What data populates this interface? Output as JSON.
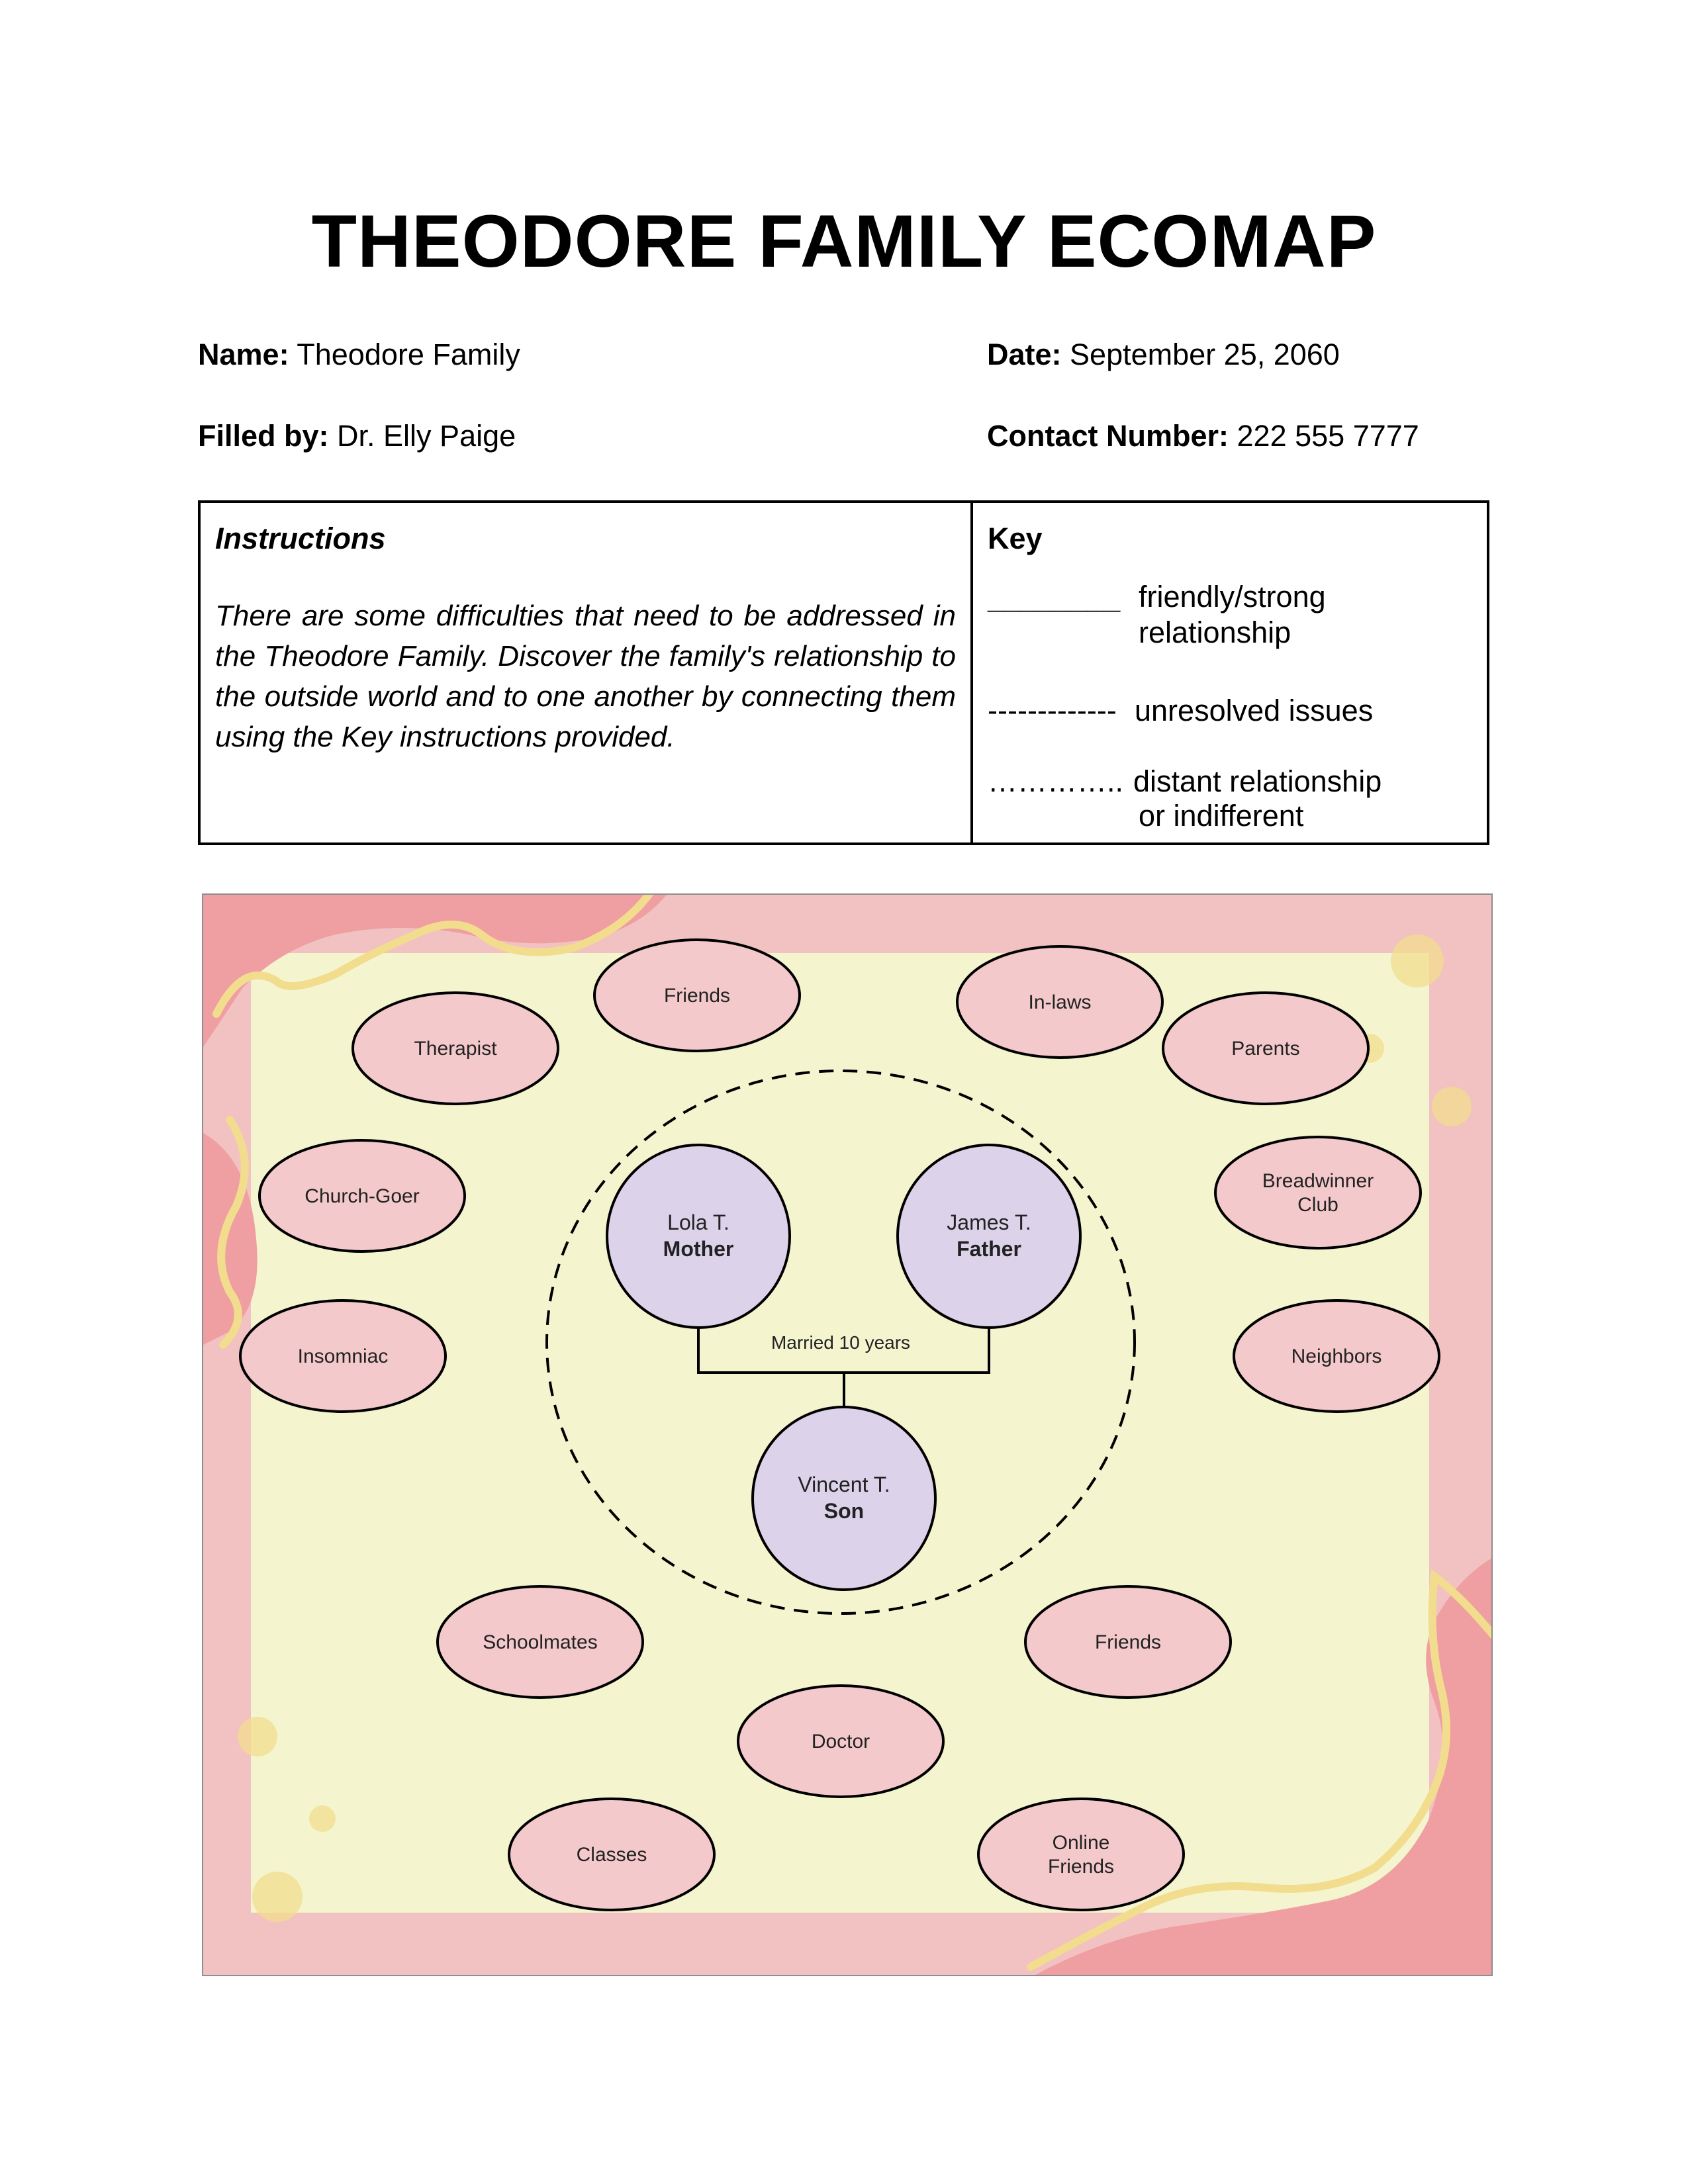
{
  "title": "THEODORE FAMILY ECOMAP",
  "fields": {
    "name_label": "Name:",
    "name_value": "Theodore Family",
    "date_label": "Date:",
    "date_value": "September 25, 2060",
    "filled_label": "Filled by:",
    "filled_value": "Dr. Elly Paige",
    "contact_label": "Contact Number:",
    "contact_value": "222 555 7777"
  },
  "instructions": {
    "heading": "Instructions",
    "text": "There are some difficulties that need to be addressed in the Theodore Family. Discover the family's relationship to the outside world and to one another by connecting them using the Key instructions provided."
  },
  "key": {
    "heading": "Key",
    "items": [
      {
        "line": "________",
        "label_1": "friendly/strong",
        "label_2": "relationship"
      },
      {
        "line": "-------------",
        "label_1": "unresolved issues",
        "label_2": ""
      },
      {
        "line": "…………..",
        "label_1": "distant relationship",
        "label_2": "or indifferent"
      }
    ]
  },
  "ecomap": {
    "colors": {
      "frame": "#f2c1c1",
      "frame_dark": "#ef9fa1",
      "inner": "#f4f5cf",
      "accent": "#f2dc8e",
      "outer_node": "#f4c9cb",
      "family_node": "#dcd3ea",
      "stroke": "#000000"
    },
    "marriage_label": "Married 10 years",
    "family": [
      {
        "name": "Lola T.",
        "role": "Mother"
      },
      {
        "name": "James T.",
        "role": "Father"
      },
      {
        "name": "Vincent T.",
        "role": "Son"
      }
    ],
    "systems": [
      {
        "l1": "Friends",
        "l2": ""
      },
      {
        "l1": "In-laws",
        "l2": ""
      },
      {
        "l1": "Therapist",
        "l2": ""
      },
      {
        "l1": "Parents",
        "l2": ""
      },
      {
        "l1": "Church-Goer",
        "l2": ""
      },
      {
        "l1": "Breadwinner",
        "l2": "Club"
      },
      {
        "l1": "Insomniac",
        "l2": ""
      },
      {
        "l1": "Neighbors",
        "l2": ""
      },
      {
        "l1": "Schoolmates",
        "l2": ""
      },
      {
        "l1": "Friends",
        "l2": ""
      },
      {
        "l1": "Doctor",
        "l2": ""
      },
      {
        "l1": "Classes",
        "l2": ""
      },
      {
        "l1": "Online",
        "l2": "Friends"
      }
    ]
  }
}
